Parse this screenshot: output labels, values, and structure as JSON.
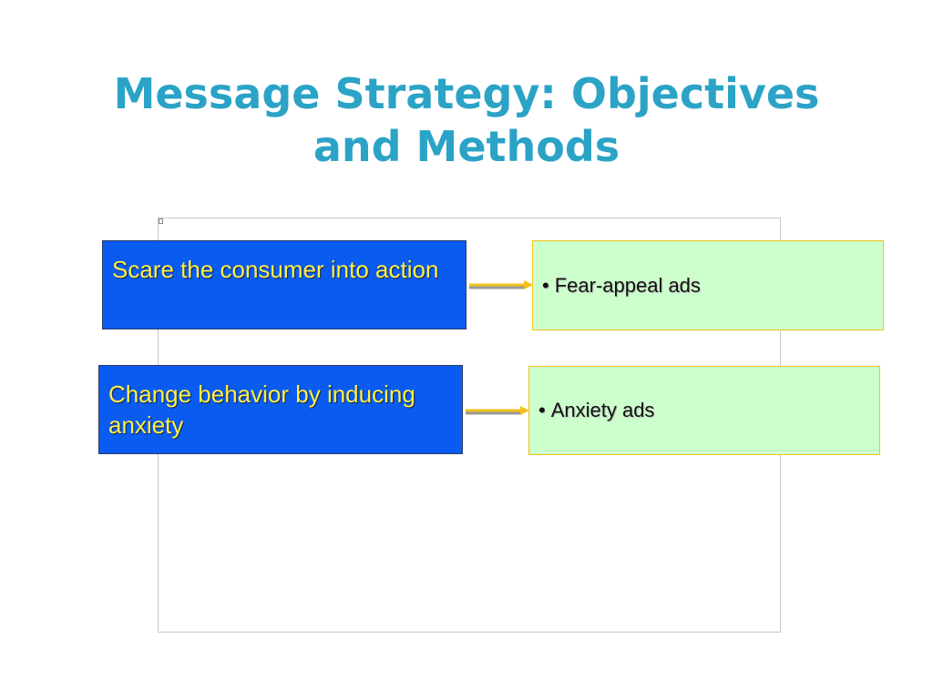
{
  "slide": {
    "title_line_1": "Message Strategy: Objectives",
    "title_line_2": "and Methods",
    "frame_caption": "",
    "rows": [
      {
        "objective": "Scare the consumer into action",
        "method_bullet": "•",
        "method": "Fear-appeal ads"
      },
      {
        "objective": "Change behavior by inducing anxiety",
        "method_bullet": "•",
        "method": "Anxiety ads"
      }
    ]
  },
  "colors": {
    "title": "#2ba3c6",
    "objective_fill": "#0a5cf0",
    "objective_text": "#ffef4a",
    "method_fill": "#ccffcc",
    "method_border": "#f2c21b",
    "arrow": "#f2c21b"
  },
  "icons": {
    "arrow": "right-arrow-icon",
    "frame_corner": "embedded-object-icon"
  }
}
